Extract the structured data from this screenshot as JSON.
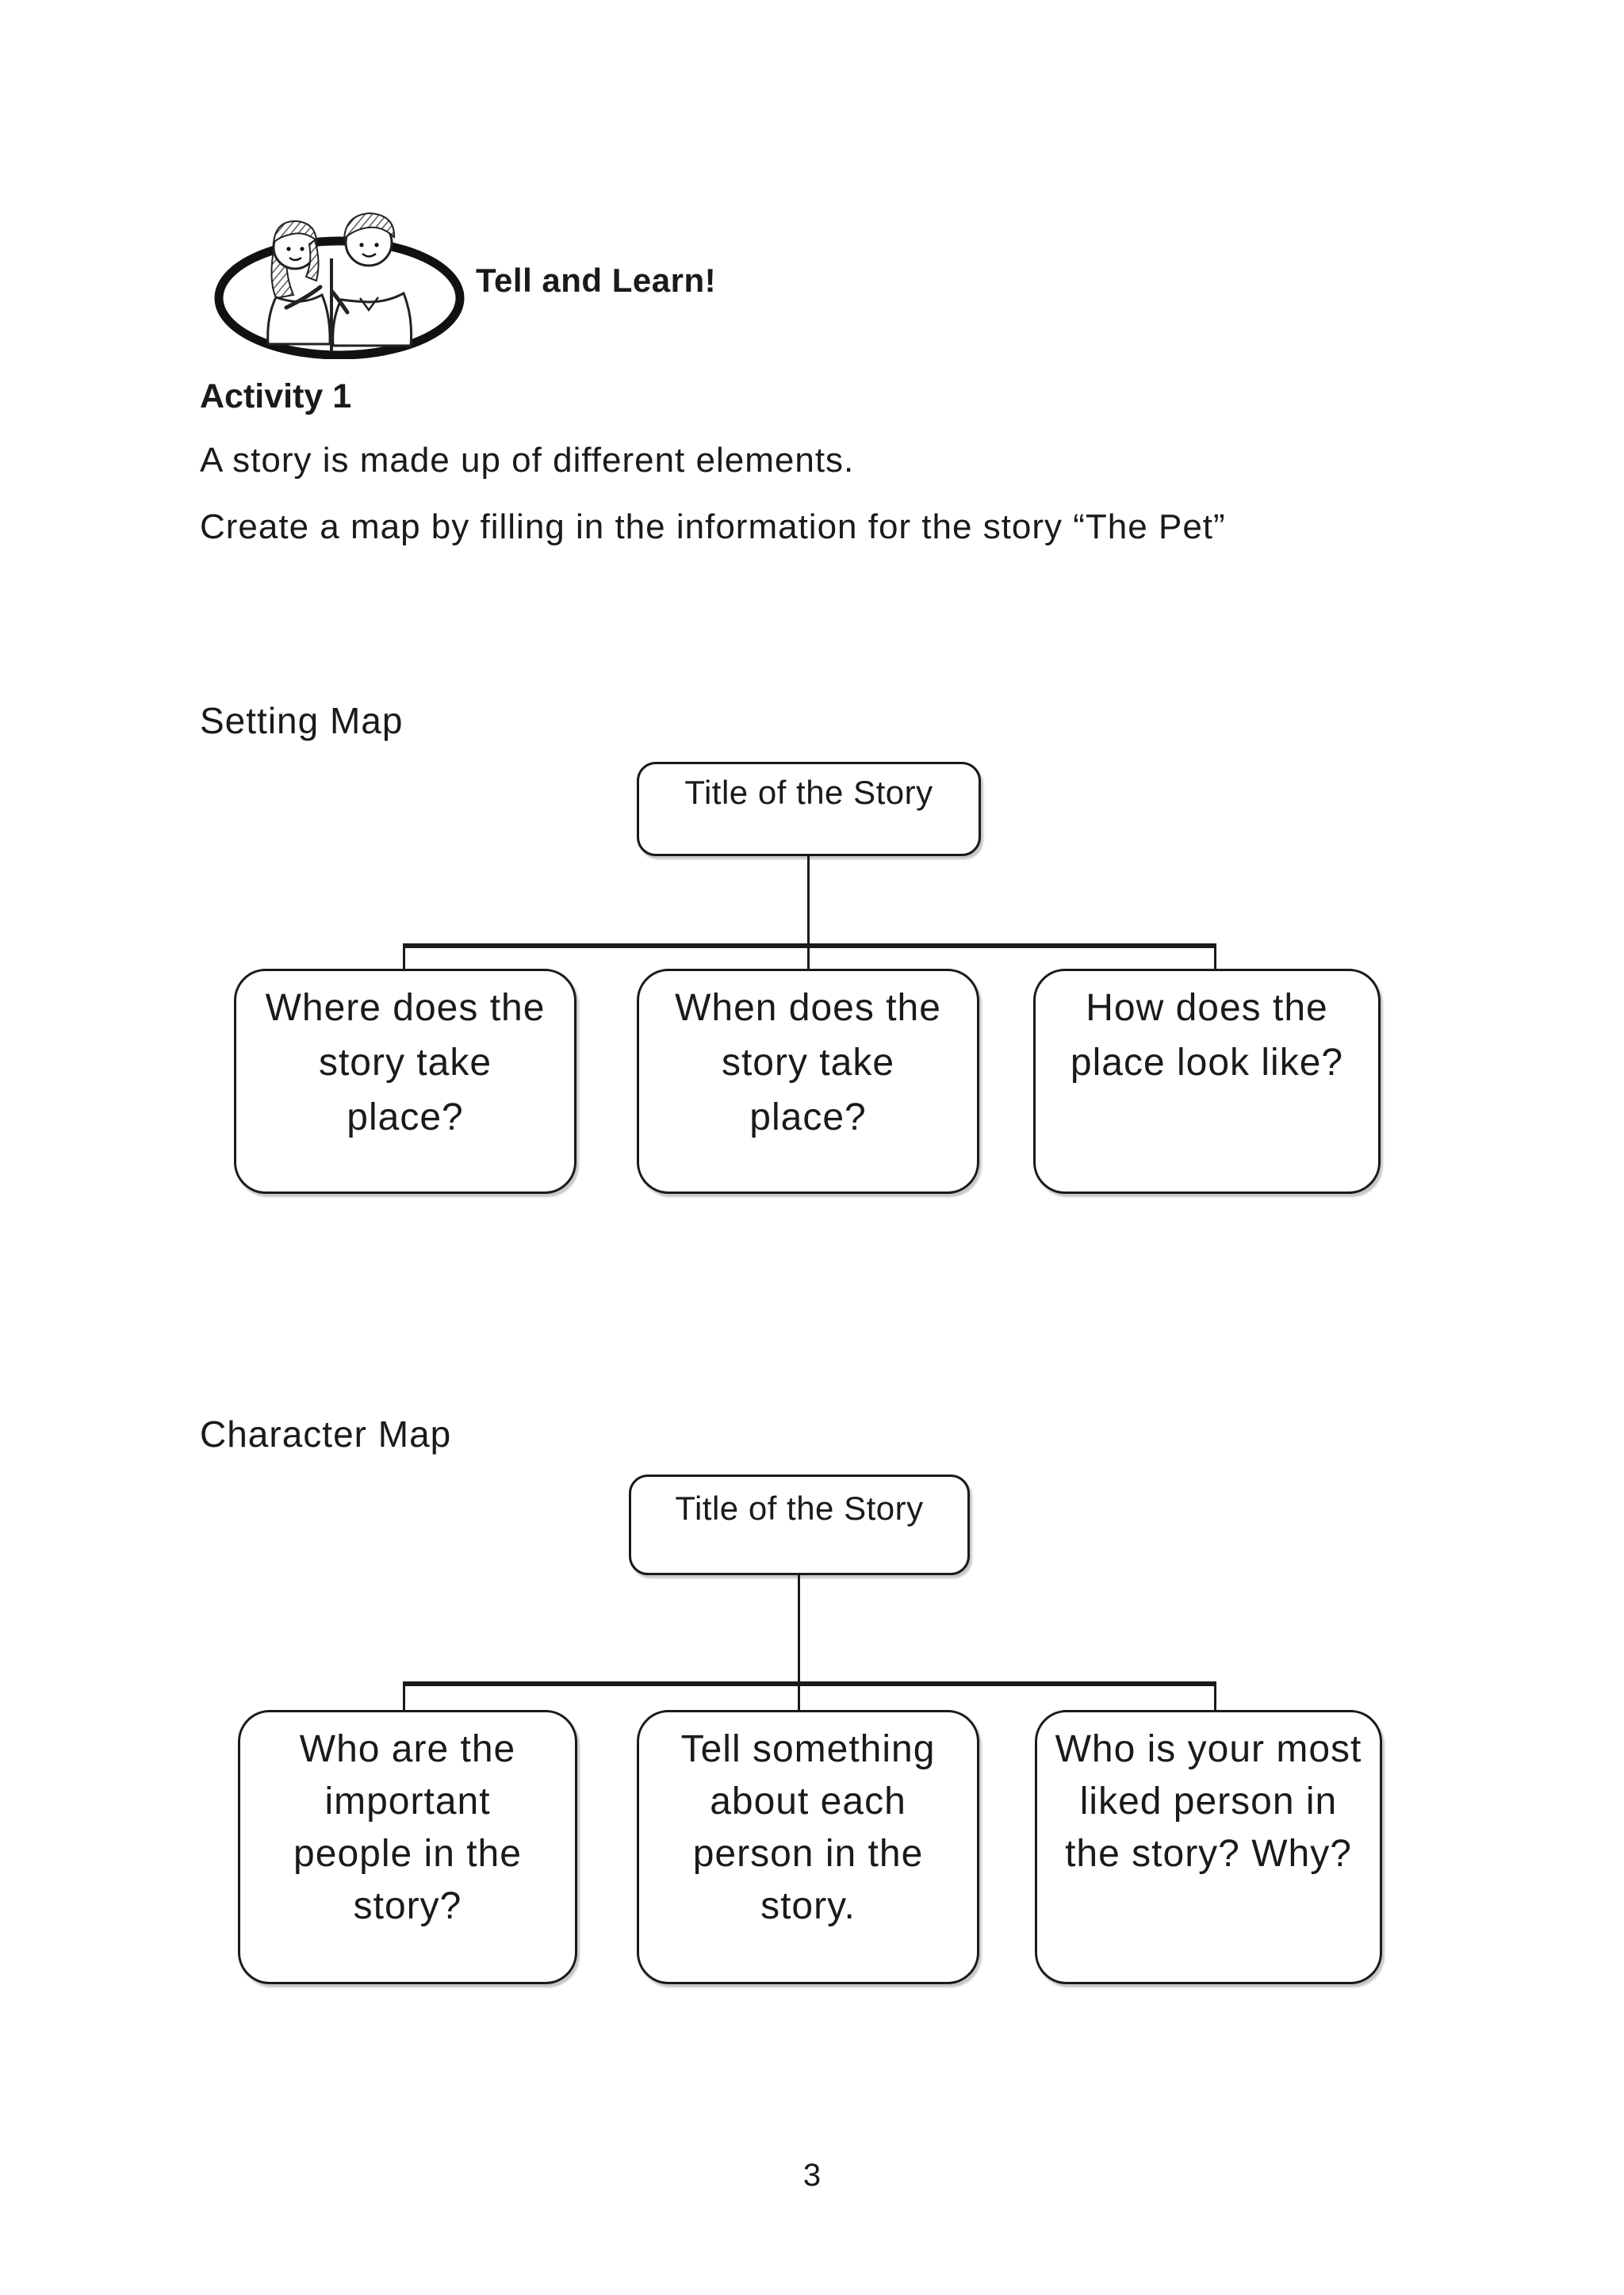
{
  "page": {
    "number": "3",
    "background": "#ffffff",
    "text_color": "#1a1a1a"
  },
  "header": {
    "illustration": "two-children-telling-story",
    "title": "Tell and Learn!"
  },
  "activity": {
    "heading": "Activity 1",
    "line1": "A story is made up of different elements.",
    "line2": "Create a map by filling in the information for the story “The Pet”"
  },
  "setting_map": {
    "label": "Setting Map",
    "root_box": "Title of the Story",
    "boxes": [
      {
        "lines": [
          "Where does the",
          "story take",
          "place?"
        ]
      },
      {
        "lines": [
          "When does the",
          "story take",
          "place?"
        ]
      },
      {
        "lines": [
          "How does the",
          "place look like?"
        ]
      }
    ]
  },
  "character_map": {
    "label": "Character Map",
    "root_box": "Title of the Story",
    "boxes": [
      {
        "lines": [
          "Who are the",
          "important",
          "people in the",
          "story?"
        ]
      },
      {
        "lines": [
          "Tell something",
          "about each",
          "person in the",
          "story."
        ]
      },
      {
        "lines": [
          "Who is your most",
          "liked person in",
          "the story? Why?"
        ]
      }
    ]
  }
}
